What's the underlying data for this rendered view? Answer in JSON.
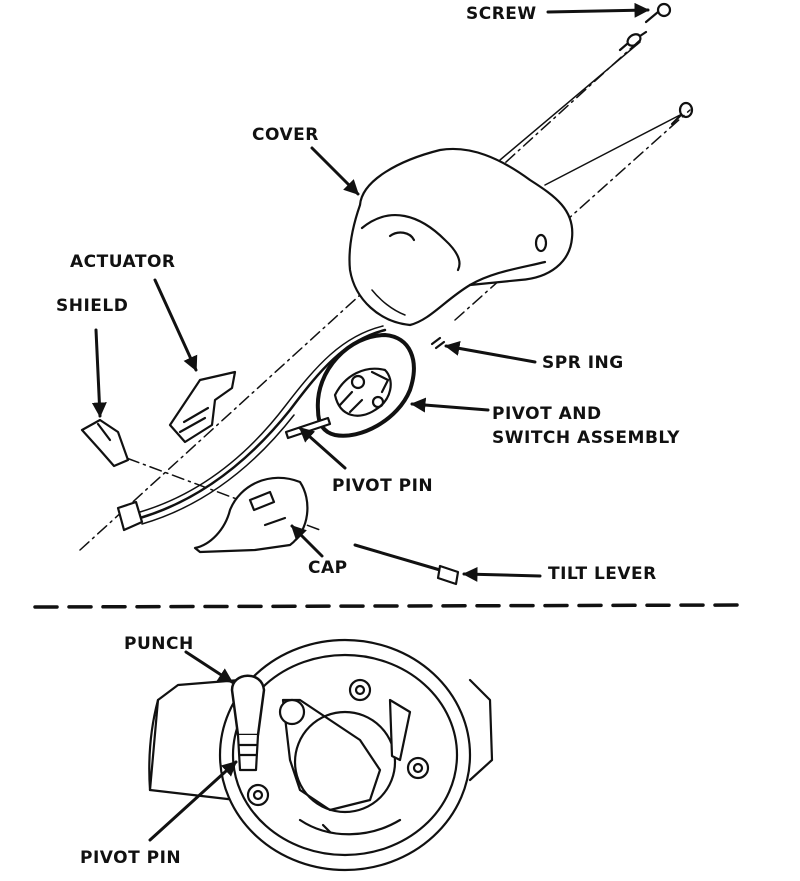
{
  "colors": {
    "ink": "#111111",
    "background": "#ffffff"
  },
  "top_view": {
    "labels": {
      "screw": "SCREW",
      "cover": "COVER",
      "actuator": "ACTUATOR",
      "shield": "SHIELD",
      "spring": "SPR ING",
      "pivot_and": "PIVOT AND",
      "switch_assembly": "SWITCH ASSEMBLY",
      "pivot_pin": "PIVOT PIN",
      "cap": "CAP",
      "tilt_lever": "TILT LEVER"
    }
  },
  "bottom_view": {
    "labels": {
      "punch": "PUNCH",
      "pivot_pin": "PIVOT PIN"
    }
  }
}
